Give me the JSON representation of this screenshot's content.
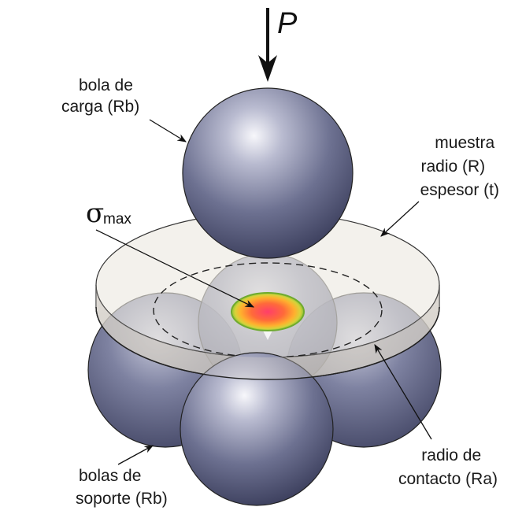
{
  "labels": {
    "force": "P",
    "loading_ball_line1": "bola de",
    "loading_ball_line2": "carga (Rb)",
    "sample_line1": "muestra",
    "sample_line2": "radio (R)",
    "sample_line3": "espesor (t)",
    "sigma_symbol": "σ",
    "sigma_sub": "max",
    "support_line1": "bolas de",
    "support_line2": "soporte (Rb)",
    "contact_line1": "radio de",
    "contact_line2": "contacto (Ra)"
  },
  "colors": {
    "ball": "#6b6f8e",
    "ball_dark": "#3e4160",
    "ball_highlight": "#f4f4fa",
    "disc": "#e6e2da",
    "stress_center": "#ff4060",
    "stress_edge": "#9ccc3a"
  }
}
